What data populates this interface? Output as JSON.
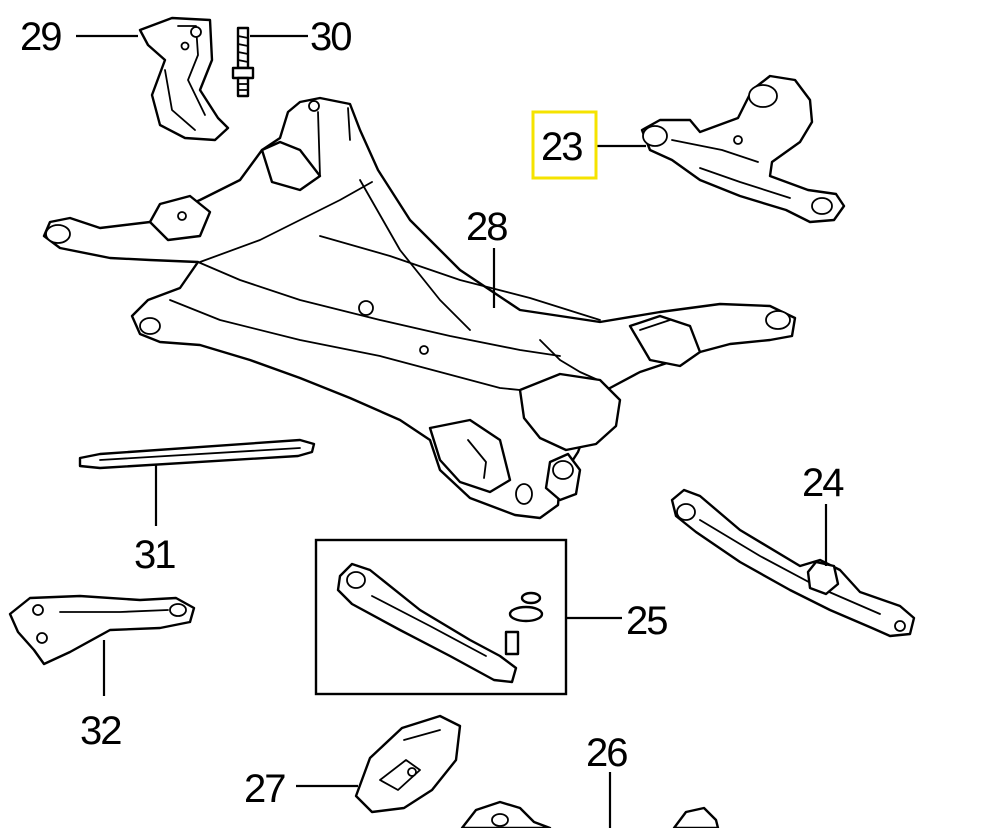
{
  "diagram": {
    "highlight_color": "#f5e300",
    "highlighted_callout": "23",
    "callouts": {
      "c23": "23",
      "c24": "24",
      "c25": "25",
      "c26": "26",
      "c27": "27",
      "c28": "28",
      "c29": "29",
      "c30": "30",
      "c31": "31",
      "c32": "32"
    }
  }
}
